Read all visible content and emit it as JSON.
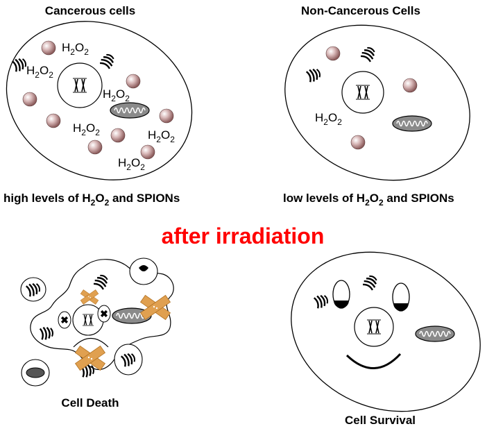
{
  "titles": {
    "cancerous": "Cancerous cells",
    "non_cancerous": "Non-Cancerous Cells",
    "center": "after irradiation",
    "death": "Cell Death",
    "survival": "Cell Survival"
  },
  "captions": {
    "high": {
      "pre": "high levels of H",
      "sub": "2",
      "mid": "O",
      "sub2": "2",
      "post": " and SPIONs"
    },
    "low": {
      "pre": "low levels of H",
      "sub": "2",
      "mid": "O",
      "sub2": "2",
      "post": " and SPIONs"
    }
  },
  "chem": {
    "h": "H",
    "two": "2",
    "o": "O"
  },
  "colors": {
    "title_red": "#ff0000",
    "spion": "#b08080",
    "mito_fill": "#7f7f7f",
    "bandage": "#e0a050"
  }
}
